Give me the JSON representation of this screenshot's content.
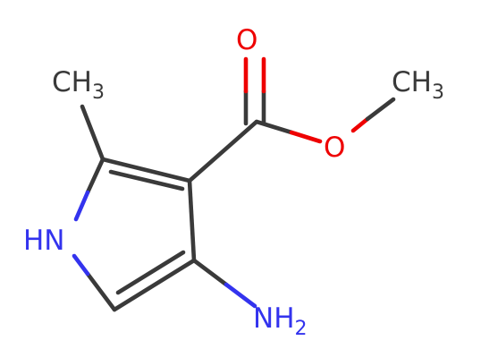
{
  "colors": {
    "carbon": "#3a3a3a",
    "nitrogen": "#3333ee",
    "oxygen": "#ee0000",
    "background": "#ffffff"
  },
  "labels": {
    "methyl_left_main": "CH",
    "methyl_left_sub": "3",
    "methyl_right_main": "CH",
    "methyl_right_sub": "3",
    "carbonyl_o": "O",
    "ester_o": "O",
    "ring_n_main": "HN",
    "amino_main": "NH",
    "amino_sub": "2"
  }
}
